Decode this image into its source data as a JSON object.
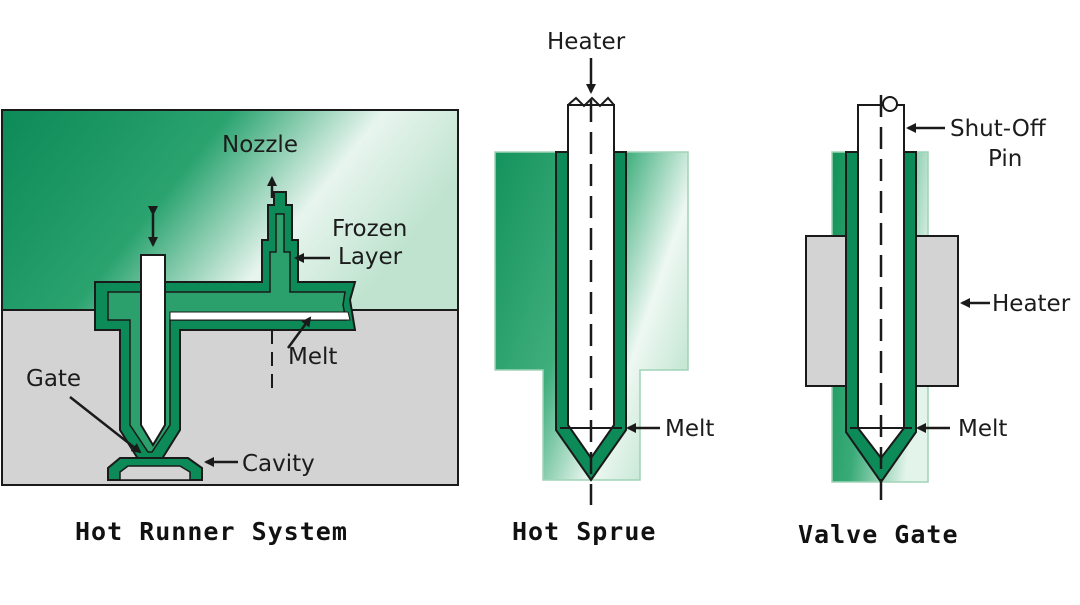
{
  "colors": {
    "green_dark": "#0c8a57",
    "green_mid": "#1f9a66",
    "green_light": "#dff2e8",
    "gray": "#d3d3d3",
    "outline": "#1a1a1a",
    "white": "#ffffff"
  },
  "hot_runner": {
    "caption": "Hot Runner System",
    "labels": {
      "nozzle": "Nozzle",
      "frozen_line1": "Frozen",
      "frozen_line2": "Layer",
      "melt": "Melt",
      "gate": "Gate",
      "cavity": "Cavity"
    }
  },
  "hot_sprue": {
    "caption": "Hot Sprue",
    "labels": {
      "heater": "Heater",
      "melt": "Melt"
    }
  },
  "valve_gate": {
    "caption": "Valve Gate",
    "labels": {
      "shutoff_line1": "Shut-Off",
      "shutoff_line2": "Pin",
      "heater": "Heater",
      "melt": "Melt"
    }
  }
}
